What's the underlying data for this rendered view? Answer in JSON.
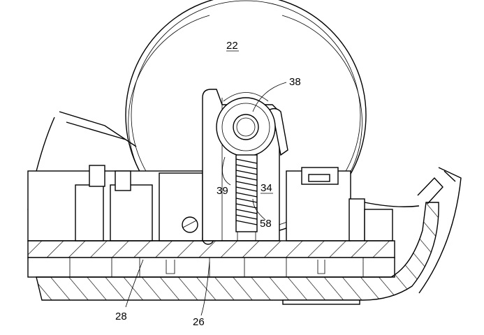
{
  "figure": {
    "labels": [
      {
        "id": "label-22",
        "text": "22",
        "underlined": true
      },
      {
        "id": "label-38",
        "text": "38",
        "underlined": false
      },
      {
        "id": "label-34",
        "text": "34",
        "underlined": true
      },
      {
        "id": "label-39",
        "text": "39",
        "underlined": false
      },
      {
        "id": "label-58",
        "text": "58",
        "underlined": false
      },
      {
        "id": "label-28",
        "text": "28",
        "underlined": false
      },
      {
        "id": "label-26",
        "text": "26",
        "underlined": false
      }
    ]
  }
}
